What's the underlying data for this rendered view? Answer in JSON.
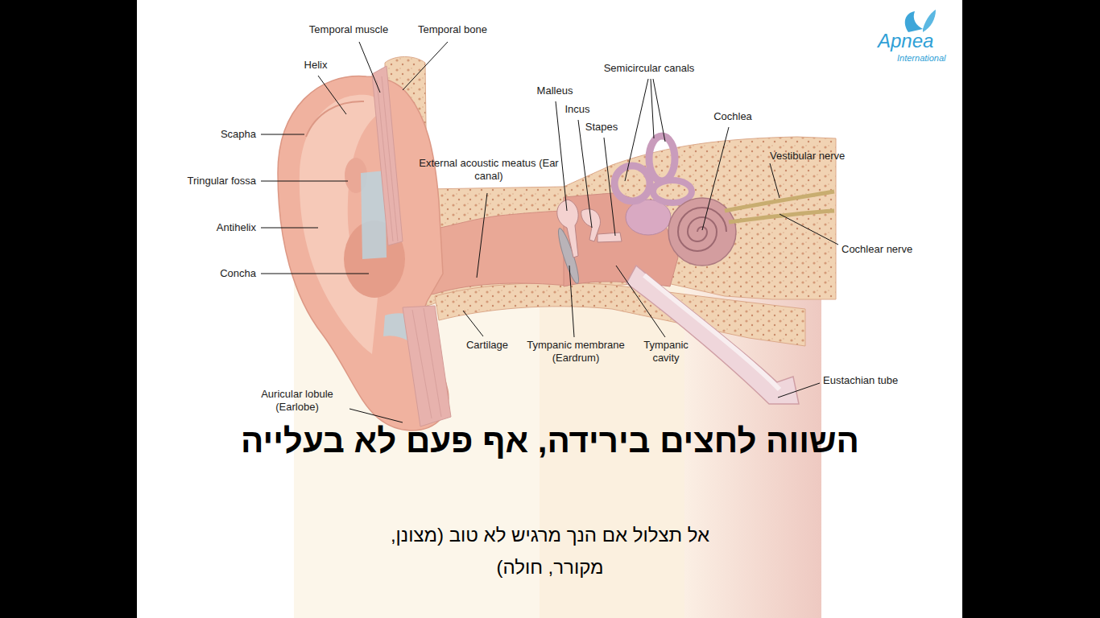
{
  "diagram": {
    "title": "השווה לחצים בירידה, אף פעם לא בעלייה",
    "caption": "אל תצלול אם הנך מרגיש לא טוב (מצונן, מקורר, חולה)",
    "labels": [
      "Temporal muscle",
      "Temporal bone",
      "Helix",
      "Scapha",
      "Tringular fossa",
      "Antihelix",
      "Concha",
      "External acoustic meatus (Ear canal)",
      "Malleus",
      "Incus",
      "Stapes",
      "Semicircular canals",
      "Cochlea",
      "Vestibular nerve",
      "Cochlear nerve",
      "Cartilage",
      "Tympanic membrane (Eardrum)",
      "Tympanic cavity",
      "Eustachian tube",
      "Auricular lobule (Earlobe)",
      "Apnea",
      "International"
    ]
  }
}
